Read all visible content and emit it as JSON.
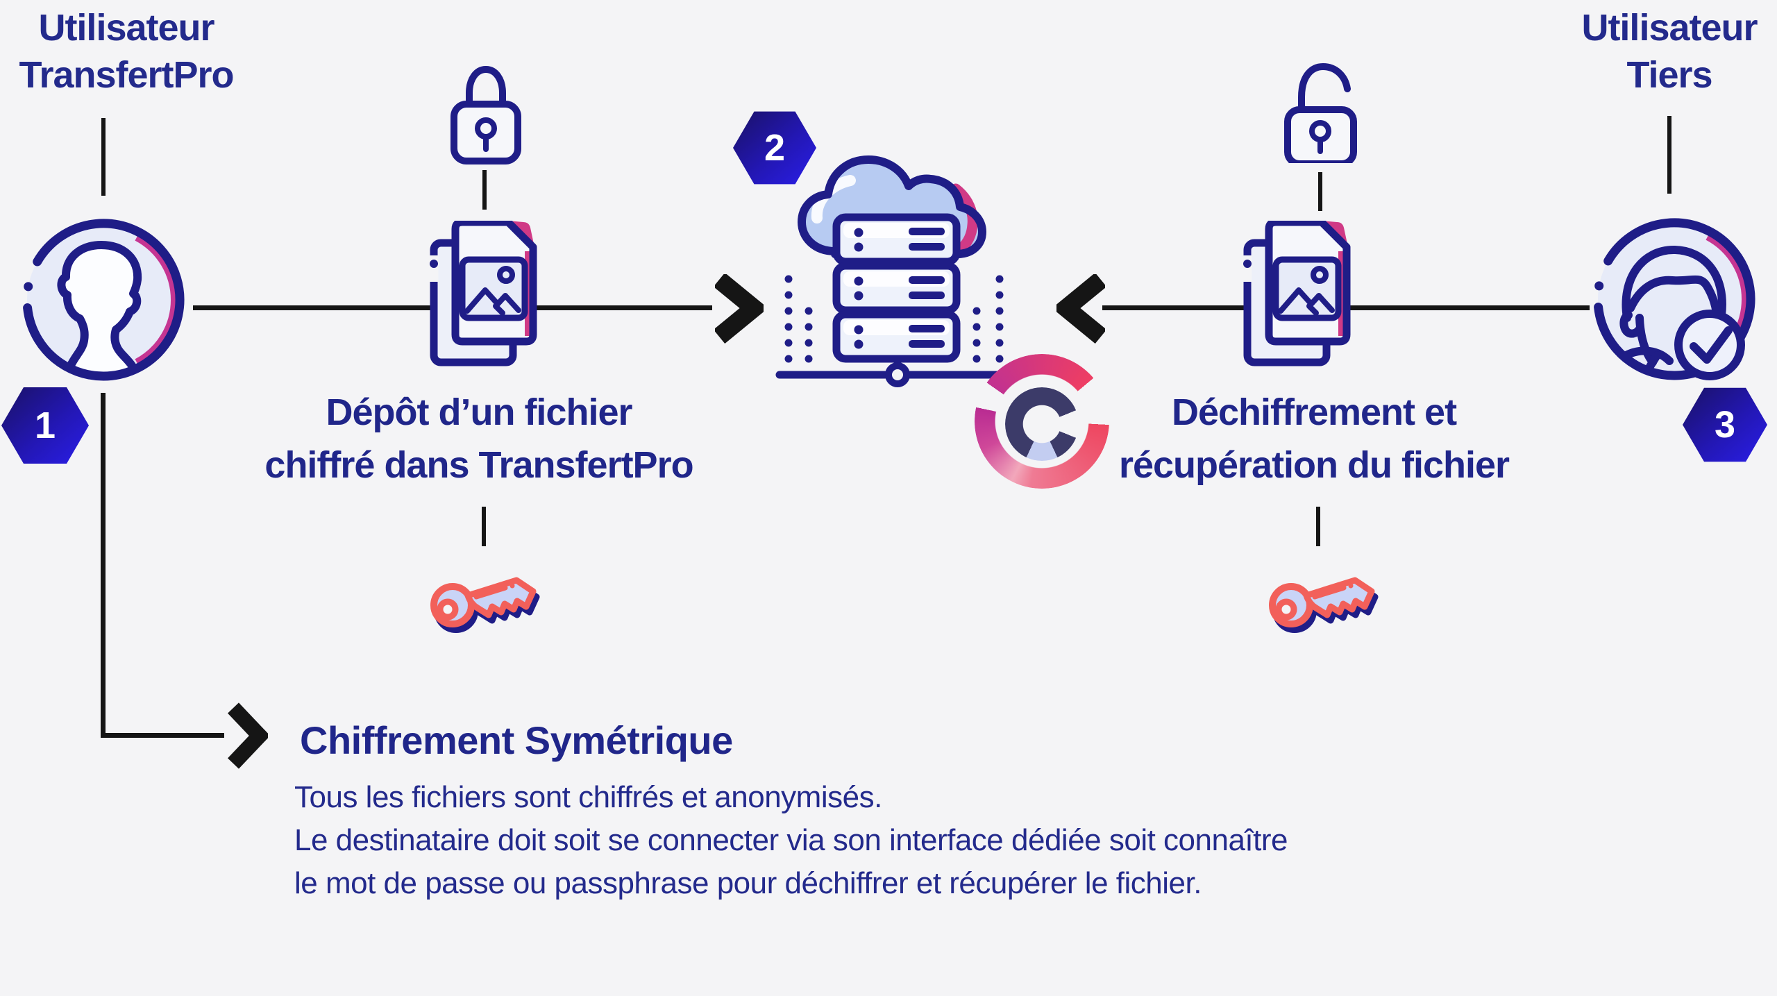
{
  "page": {
    "background": "#f4f4f6"
  },
  "palette": {
    "navy": "#1f1d87",
    "text_navy": "#232a8c",
    "magenta": "#c53592",
    "pink_fold": "#d03a86",
    "coral": "#f2605a",
    "periwinkle": "#c9d4f7",
    "light_fill": "#e7ebf8",
    "cloud_blue": "#b7cbf2",
    "hexagon_dark": "#1a1166",
    "hexagon_bright": "#2a1ee8",
    "line_black": "#151515"
  },
  "actors": {
    "sender": {
      "title_line1": "Utilisateur",
      "title_line2": "TransfertPro",
      "step": "1"
    },
    "recipient": {
      "title_line1": "Utilisateur",
      "title_line2": "Tiers",
      "step": "3"
    }
  },
  "server": {
    "step": "2"
  },
  "stations": {
    "deposit": {
      "line1": "Dépôt d’un fichier",
      "line2": "chiffré dans TransfertPro"
    },
    "retrieval": {
      "line1": "Déchiffrement et",
      "line2": "récupération du fichier"
    }
  },
  "note": {
    "heading": "Chiffrement Symétrique",
    "body_line1": "Tous les fichiers sont chiffrés et anonymisés.",
    "body_line2": "Le destinataire doit soit se connecter via son interface dédiée soit connaître",
    "body_line3": "le mot de passe ou passphrase pour déchiffrer et récupérer le fichier."
  },
  "icons": [
    "user-avatar-icon",
    "locked-padlock-icon",
    "image-file-icon",
    "key-icon",
    "cloud-server-icon",
    "sync-spinner-icon",
    "unlocked-padlock-icon",
    "user-verified-avatar-icon",
    "checkmark-icon",
    "chevron-arrow-icon",
    "step-hexagon-badge"
  ]
}
